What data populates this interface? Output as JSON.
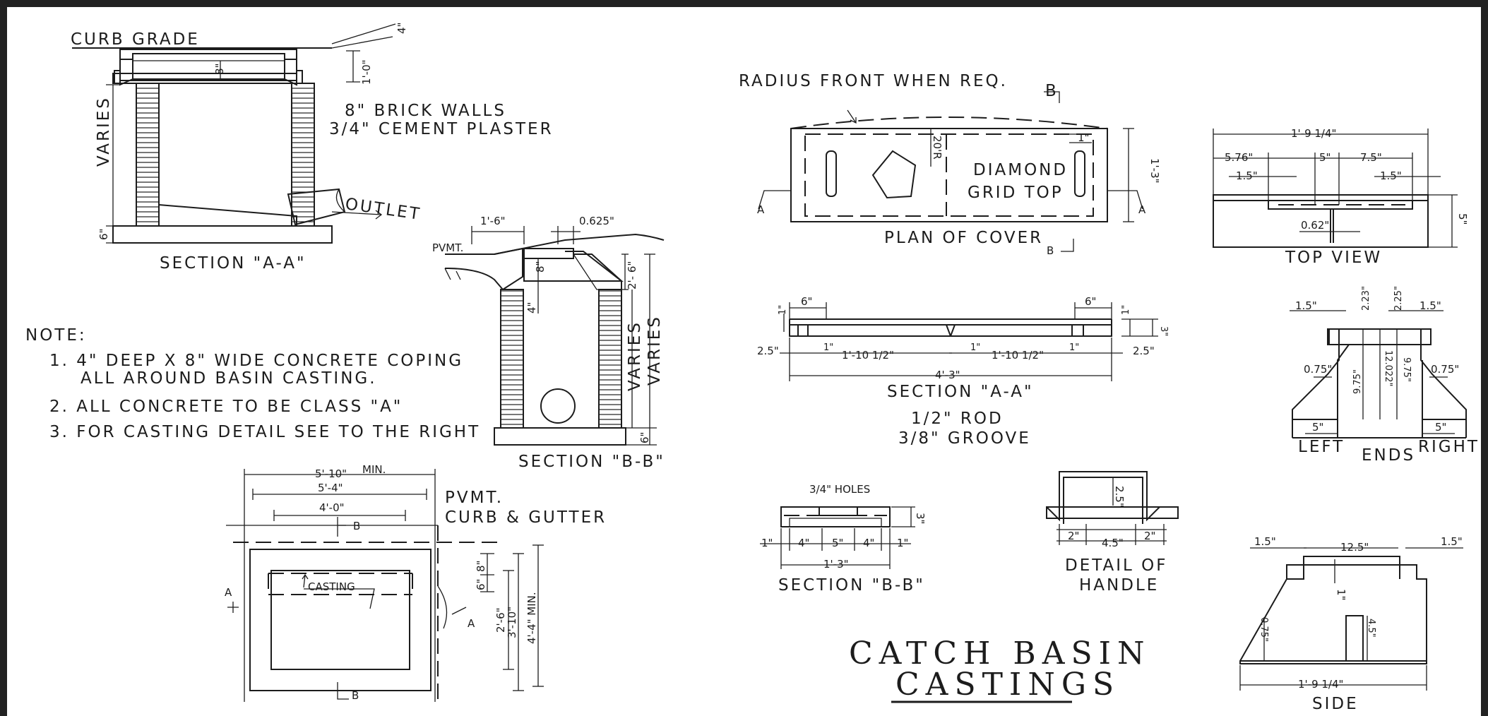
{
  "colors": {
    "line": "#1c1c1c",
    "frame": "#222222",
    "paper": "#ffffff"
  },
  "sheet": {
    "title_line1": "CATCH BASIN",
    "title_line2": "CASTINGS"
  },
  "section_aa_basin": {
    "curb_grade": "CURB GRADE",
    "dim_4in": "4\"",
    "dim_8in": "8\"",
    "dim_1ft0": "1'-0\"",
    "varies": "VARIES",
    "dim_6in": "6\"",
    "walls_line1": "8\" BRICK WALLS",
    "walls_line2": "3/4\" CEMENT PLASTER",
    "outlet": "OUTLET",
    "label": "SECTION \"A-A\""
  },
  "notes": {
    "heading": "NOTE:",
    "items": [
      "1. 4\" DEEP X 8\" WIDE CONCRETE COPING",
      "ALL AROUND BASIN CASTING.",
      "2. ALL CONCRETE TO BE CLASS \"A\"",
      "3. FOR CASTING DETAIL SEE TO THE RIGHT"
    ]
  },
  "section_bb_basin": {
    "pvmt": "PVMT.",
    "dim_1ft6": "1'-6\"",
    "dim_0625": "0.625\"",
    "dim_8in": "8\"",
    "dim_4in": "4\"",
    "dim_2ft6": "2'- 6\"",
    "varies_a": "VARIES",
    "varies_b": "VARIES",
    "dim_6in": "6\"",
    "label": "SECTION \"B-B\""
  },
  "plan_basin": {
    "dim_5ft10": "5'-10\"",
    "min": "MIN.",
    "dim_5ft4": "5'-4\"",
    "dim_4ft0": "4'-0\"",
    "pvmt": "PVMT.",
    "curb_gutter": "CURB & GUTTER",
    "b_top": "B",
    "a_left": "A",
    "casting": "CASTING",
    "a_right": "A",
    "dim_8in": "8\"",
    "dim_6in": "6\"",
    "dim_2ft6": "2'-6\"",
    "dim_3ft10": "3'-10\"",
    "dim_4ft4_min": "4'-4\" MIN.",
    "b_bottom": "B"
  },
  "plan_cover": {
    "radius_note": "RADIUS FRONT WHEN REQ.",
    "b_top": "B",
    "radius": "20'R",
    "dim_1in": "1\"",
    "grid_line1": "DIAMOND",
    "grid_line2": "GRID TOP",
    "dim_1ft3": "1'-3\"",
    "a_left": "A",
    "a_right": "A",
    "b_bottom": "B",
    "label": "PLAN OF COVER"
  },
  "section_aa_cover": {
    "dim_6in_l": "6\"",
    "dim_6in_r": "6\"",
    "dim_1in_a": "1\"",
    "dim_1in_b": "1\"",
    "dim_1in_c": "1\"",
    "dim_1in_d": "1\"",
    "dim_1in_e": "1\"",
    "dim_3in": "3\"",
    "dim_25_l": "2.5\"",
    "dim_25_r": "2.5\"",
    "dim_1ft10_l": "1'-10 1/2\"",
    "dim_1ft10_r": "1'-10 1/2\"",
    "dim_4ft3": "4'-3\"",
    "label": "SECTION \"A-A\"",
    "rod": "1/2\" ROD",
    "groove": "3/8\" GROOVE"
  },
  "top_view": {
    "dim_overall": "1'-9 1/4\"",
    "dim_576": "5.76\"",
    "dim_5": "5\"",
    "dim_75": "7.5\"",
    "dim_15_l": "1.5\"",
    "dim_15_r": "1.5\"",
    "dim_062": "0.62\"",
    "dim_5_side": "5\"",
    "label": "TOP VIEW"
  },
  "ends": {
    "dim_15_l": "1.5\"",
    "dim_223": "2.23\"",
    "dim_225": "2.25\"",
    "dim_15_r": "1.5\"",
    "dim_075_l": "0.75\"",
    "dim_975_l": "9.75\"",
    "dim_12022": "12.022\"",
    "dim_975_r": "9.75\"",
    "dim_075_r": "0.75\"",
    "dim_5_l": "5\"",
    "dim_5_r": "5\"",
    "left": "LEFT",
    "label": "ENDS",
    "right": "RIGHT"
  },
  "section_bb_cover": {
    "holes": "3/4\" HOLES",
    "dim_3in": "3\"",
    "dim_1_l": "1\"",
    "dim_4_l": "4\"",
    "dim_5": "5\"",
    "dim_4_r": "4\"",
    "dim_1_r": "1\"",
    "dim_1ft3": "1'-3\"",
    "label": "SECTION \"B-B\""
  },
  "handle": {
    "dim_25": "2.5\"",
    "dim_2_l": "2\"",
    "dim_45": "4.5\"",
    "dim_2_r": "2\"",
    "label_line1": "DETAIL OF",
    "label_line2": "HANDLE"
  },
  "side": {
    "dim_15_l": "1.5\"",
    "dim_125": "12.5\"",
    "dim_15_r": "1.5\"",
    "dim_1": "1\"",
    "dim_075": "0.75\"",
    "dim_45": "4.5\"",
    "dim_overall": "1'-9 1/4\"",
    "label": "SIDE"
  }
}
